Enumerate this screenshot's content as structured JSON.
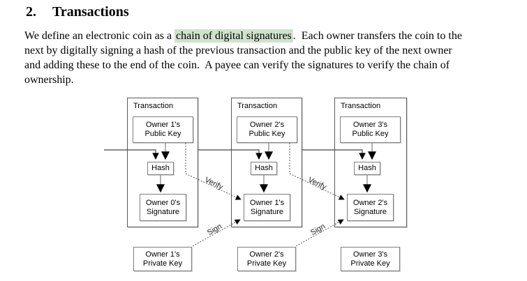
{
  "heading": {
    "number": "2.",
    "title": "Transactions"
  },
  "paragraph": {
    "line1_pre": "We define an electronic coin as a ",
    "line1_highlight": "chain of digital signatures",
    "line1_post": ".  Each owner transfers the coin to the",
    "line2": "next by digitally signing a hash of the previous transaction and the public key of the next owner",
    "line3": "and adding these to the end of the coin.  A payee can verify the signatures to verify the chain of",
    "line4": "ownership.",
    "highlight_color": "#cfe2cc"
  },
  "diagram": {
    "transactions": [
      {
        "label": "Transaction",
        "public_key": "Owner 1's\nPublic Key",
        "hash": "Hash",
        "signature": "Owner 0's\nSignature"
      },
      {
        "label": "Transaction",
        "public_key": "Owner 2's\nPublic Key",
        "hash": "Hash",
        "signature": "Owner 1's\nSignature"
      },
      {
        "label": "Transaction",
        "public_key": "Owner 3's\nPublic Key",
        "hash": "Hash",
        "signature": "Owner 2's\nSignature"
      }
    ],
    "private_keys": [
      "Owner 1's\nPrivate Key",
      "Owner 2's\nPrivate Key",
      "Owner 3's\nPrivate Key"
    ],
    "edge_labels": {
      "verify": "Verify",
      "sign": "Sign"
    },
    "colors": {
      "chain_line": "#444444",
      "gray_connector": "#999999",
      "dotted_line": "#555555",
      "arrowhead": "#000000",
      "inner_box_border": "#7f7f7f",
      "outer_box_border": "#595959"
    }
  }
}
